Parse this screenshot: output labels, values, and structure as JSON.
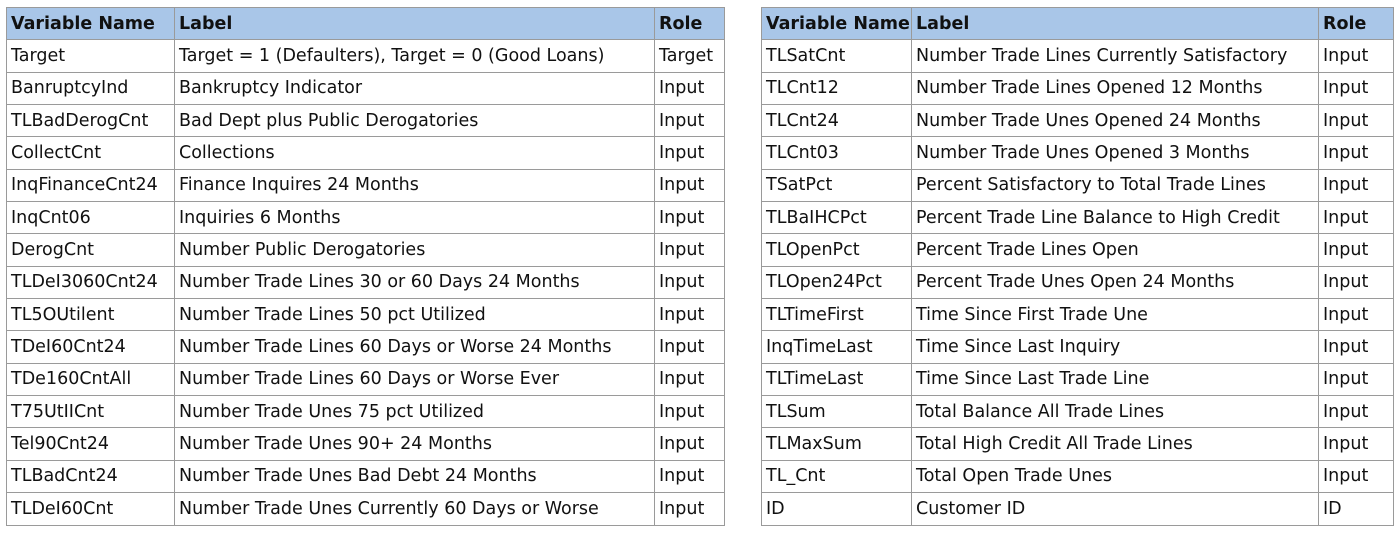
{
  "colors": {
    "header_bg": "#a9c6e8",
    "border": "#9a9a9a"
  },
  "left_table": {
    "headers": [
      "Variable Name",
      "Label",
      "Role"
    ],
    "rows": [
      [
        "Target",
        "Target = 1 (Defaulters), Target = 0 (Good Loans)",
        "Target"
      ],
      [
        "BanruptcyInd",
        "Bankruptcy Indicator",
        "Input"
      ],
      [
        "TLBadDerogCnt",
        "Bad Dept plus Public Derogatories",
        "Input"
      ],
      [
        "CollectCnt",
        "Collections",
        "Input"
      ],
      [
        "InqFinanceCnt24",
        "Finance Inquires 24 Months",
        "Input"
      ],
      [
        "InqCnt06",
        "Inquiries 6 Months",
        "Input"
      ],
      [
        "DerogCnt",
        "Number Public Derogatories",
        "Input"
      ],
      [
        "TLDeI3060Cnt24",
        "Number Trade Lines 30 or 60 Days 24 Months",
        "Input"
      ],
      [
        "TL5OUtilent",
        "Number Trade Lines 50 pct Utilized",
        "Input"
      ],
      [
        "TDeI60Cnt24",
        "Number Trade Lines 60 Days or Worse 24 Months",
        "Input"
      ],
      [
        "TDe160CntAll",
        "Number Trade Lines 60 Days or Worse Ever",
        "Input"
      ],
      [
        "T75UtIICnt",
        "Number Trade Unes 75 pct Utilized",
        "Input"
      ],
      [
        "Tel90Cnt24",
        "Number Trade Unes 90+ 24 Months",
        "Input"
      ],
      [
        "TLBadCnt24",
        "Number Trade Unes Bad Debt 24 Months",
        "Input"
      ],
      [
        "TLDeI60Cnt",
        "Number Trade Unes Currently 60 Days or Worse",
        "Input"
      ]
    ]
  },
  "right_table": {
    "headers": [
      "Variable Name",
      "Label",
      "Role"
    ],
    "rows": [
      [
        "TLSatCnt",
        "Number Trade Lines Currently Satisfactory",
        "Input"
      ],
      [
        "TLCnt12",
        "Number Trade Lines Opened 12 Months",
        "Input"
      ],
      [
        "TLCnt24",
        "Number Trade Unes Opened 24 Months",
        "Input"
      ],
      [
        "TLCnt03",
        "Number Trade Unes Opened 3 Months",
        "Input"
      ],
      [
        "TSatPct",
        "Percent Satisfactory to Total Trade Lines",
        "Input"
      ],
      [
        "TLBaIHCPct",
        "Percent Trade Line Balance to High Credit",
        "Input"
      ],
      [
        "TLOpenPct",
        "Percent Trade Lines Open",
        "Input"
      ],
      [
        "TLOpen24Pct",
        "Percent Trade Unes Open 24 Months",
        "Input"
      ],
      [
        "TLTimeFirst",
        "Time Since First Trade Une",
        "Input"
      ],
      [
        "InqTimeLast",
        "Time Since Last Inquiry",
        "Input"
      ],
      [
        "TLTimeLast",
        "Time Since Last Trade Line",
        "Input"
      ],
      [
        "TLSum",
        "Total Balance All Trade Lines",
        "Input"
      ],
      [
        "TLMaxSum",
        "Total High Credit All Trade Lines",
        "Input"
      ],
      [
        "TL_Cnt",
        "Total Open Trade Unes",
        "Input"
      ],
      [
        "ID",
        "Customer ID",
        "ID"
      ]
    ]
  }
}
